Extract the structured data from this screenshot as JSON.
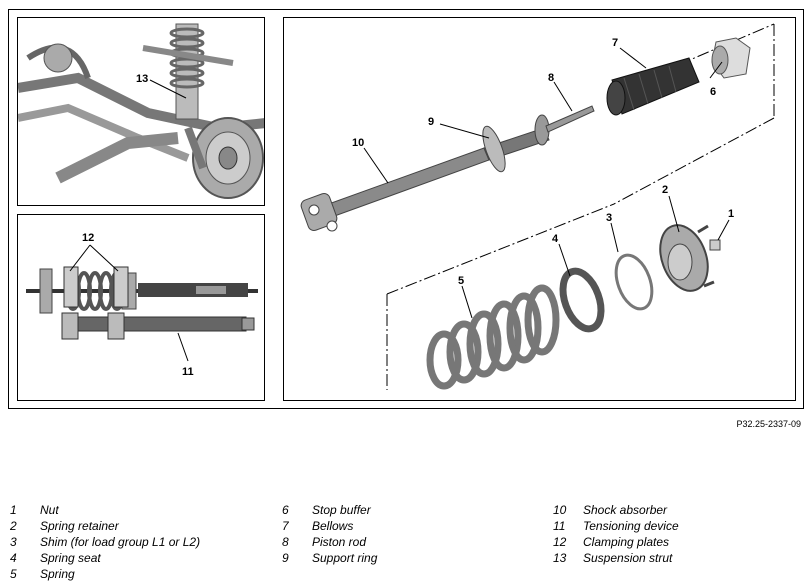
{
  "figure_code": "P32.25-2337-09",
  "callouts": {
    "c1": "1",
    "c2": "2",
    "c3": "3",
    "c4": "4",
    "c5": "5",
    "c6": "6",
    "c7": "7",
    "c8": "8",
    "c9": "9",
    "c10": "10",
    "c11": "11",
    "c12": "12",
    "c13": "13"
  },
  "legend": [
    {
      "num": "1",
      "label": "Nut"
    },
    {
      "num": "2",
      "label": "Spring retainer"
    },
    {
      "num": "3",
      "label": "Shim (for load group L1 or L2)"
    },
    {
      "num": "4",
      "label": "Spring seat"
    },
    {
      "num": "5",
      "label": "Spring"
    },
    {
      "num": "6",
      "label": "Stop buffer"
    },
    {
      "num": "7",
      "label": "Bellows"
    },
    {
      "num": "8",
      "label": "Piston rod"
    },
    {
      "num": "9",
      "label": "Support ring"
    },
    {
      "num": "10",
      "label": "Shock absorber"
    },
    {
      "num": "11",
      "label": "Tensioning device"
    },
    {
      "num": "12",
      "label": "Clamping plates"
    },
    {
      "num": "13",
      "label": "Suspension strut"
    }
  ]
}
